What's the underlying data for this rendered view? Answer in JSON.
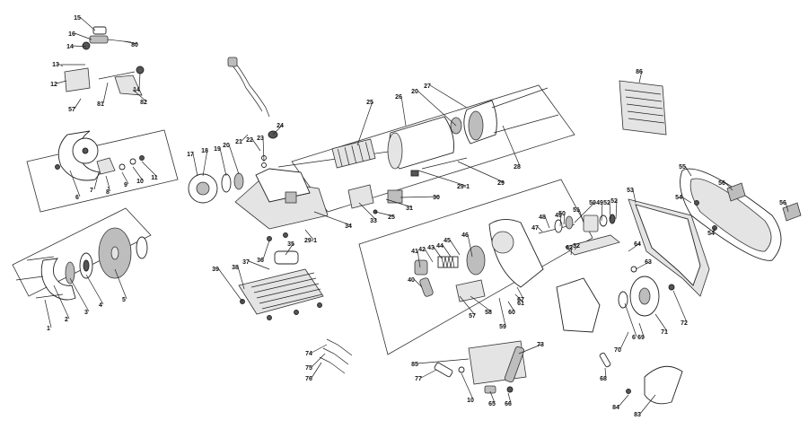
{
  "diagram": {
    "labels": [
      "1",
      "2",
      "3",
      "4",
      "5",
      "6",
      "6",
      "7",
      "8",
      "9",
      "10",
      "10",
      "11",
      "12",
      "13",
      "14",
      "14",
      "15",
      "16",
      "17",
      "18",
      "19",
      "20",
      "20",
      "21",
      "22",
      "23",
      "24",
      "25",
      "25",
      "26",
      "27",
      "28",
      "29",
      "29-1",
      "29-1",
      "30",
      "31",
      "32",
      "33",
      "34",
      "35",
      "36",
      "37",
      "38",
      "39",
      "40",
      "41",
      "42",
      "43",
      "44",
      "45",
      "46",
      "47",
      "48",
      "49",
      "49",
      "50",
      "50",
      "51",
      "52",
      "52",
      "53",
      "54",
      "54",
      "55",
      "56",
      "56",
      "57",
      "57",
      "58",
      "59",
      "60",
      "61",
      "62",
      "63",
      "64",
      "65",
      "66",
      "67",
      "68",
      "69",
      "70",
      "71",
      "72",
      "73",
      "74",
      "75",
      "76",
      "77",
      "80",
      "81",
      "82",
      "83",
      "84",
      "85",
      "86"
    ],
    "colors": {
      "ink": "#222222",
      "shade": "#bdbdbd",
      "light": "#e4e4e4",
      "dark": "#555555"
    }
  }
}
